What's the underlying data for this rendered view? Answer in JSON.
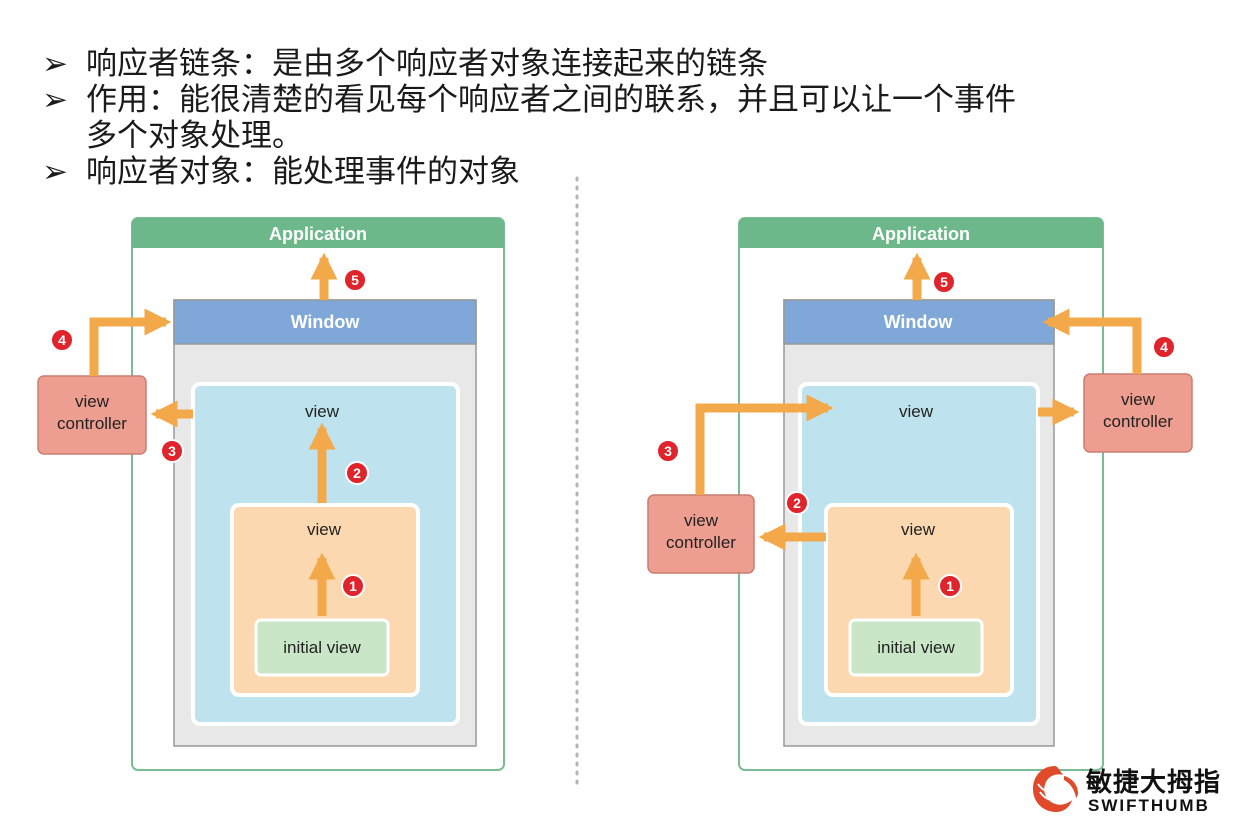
{
  "bullets": {
    "marker": "➢",
    "item1": "响应者链条：是由多个响应者对象连接起来的链条",
    "item2_line1": "作用：能很清楚的看见每个响应者之间的联系，并且可以让一个事件",
    "item2_line2": "多个对象处理。",
    "item3": "响应者对象：能处理事件的对象"
  },
  "left_diagram": {
    "application": "Application",
    "window": "Window",
    "view_outer": "view",
    "view_inner": "view",
    "initial_view": "initial view",
    "vc_line1": "view",
    "vc_line2": "controller",
    "steps": [
      "1",
      "2",
      "3",
      "4",
      "5"
    ]
  },
  "right_diagram": {
    "application": "Application",
    "window": "Window",
    "view_outer": "view",
    "view_inner": "view",
    "initial_view": "initial view",
    "vc_top_line1": "view",
    "vc_top_line2": "controller",
    "vc_bottom_line1": "view",
    "vc_bottom_line2": "controller",
    "steps": [
      "1",
      "2",
      "3",
      "4",
      "5"
    ]
  },
  "logo": {
    "cn": "敏捷大拇指",
    "en": "SWIFTHUMB"
  },
  "colors": {
    "application_header": "#6db88a",
    "application_border": "#79bd93",
    "window_header": "#7fa8d8",
    "window_body": "#e8e8e8",
    "view_outer": "#bfe3ee",
    "view_inner": "#fbd8b0",
    "initial_view": "#c9e7c7",
    "view_controller": "#ee9e90",
    "arrow": "#f3a84a",
    "badge": "#e0242b",
    "logo_mark": "#e04a2a"
  }
}
